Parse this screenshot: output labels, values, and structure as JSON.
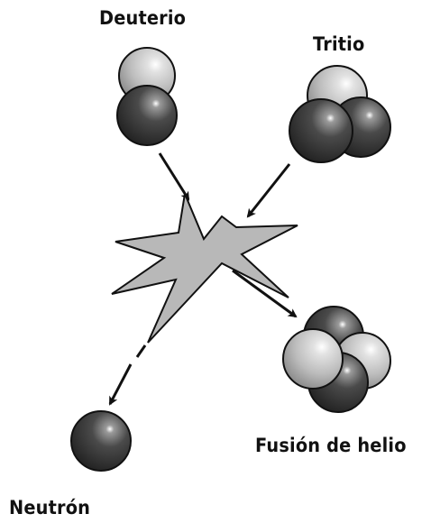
{
  "labels": {
    "deuterium": "Deuterio",
    "tritium": "Tritio",
    "helium": "Fusión de helio",
    "neutron": "Neutrón"
  },
  "colors": {
    "proton": "#bcbcbc",
    "neutron": "#3e3e3e",
    "star": "#b8b8b8",
    "outline": "#111111"
  }
}
